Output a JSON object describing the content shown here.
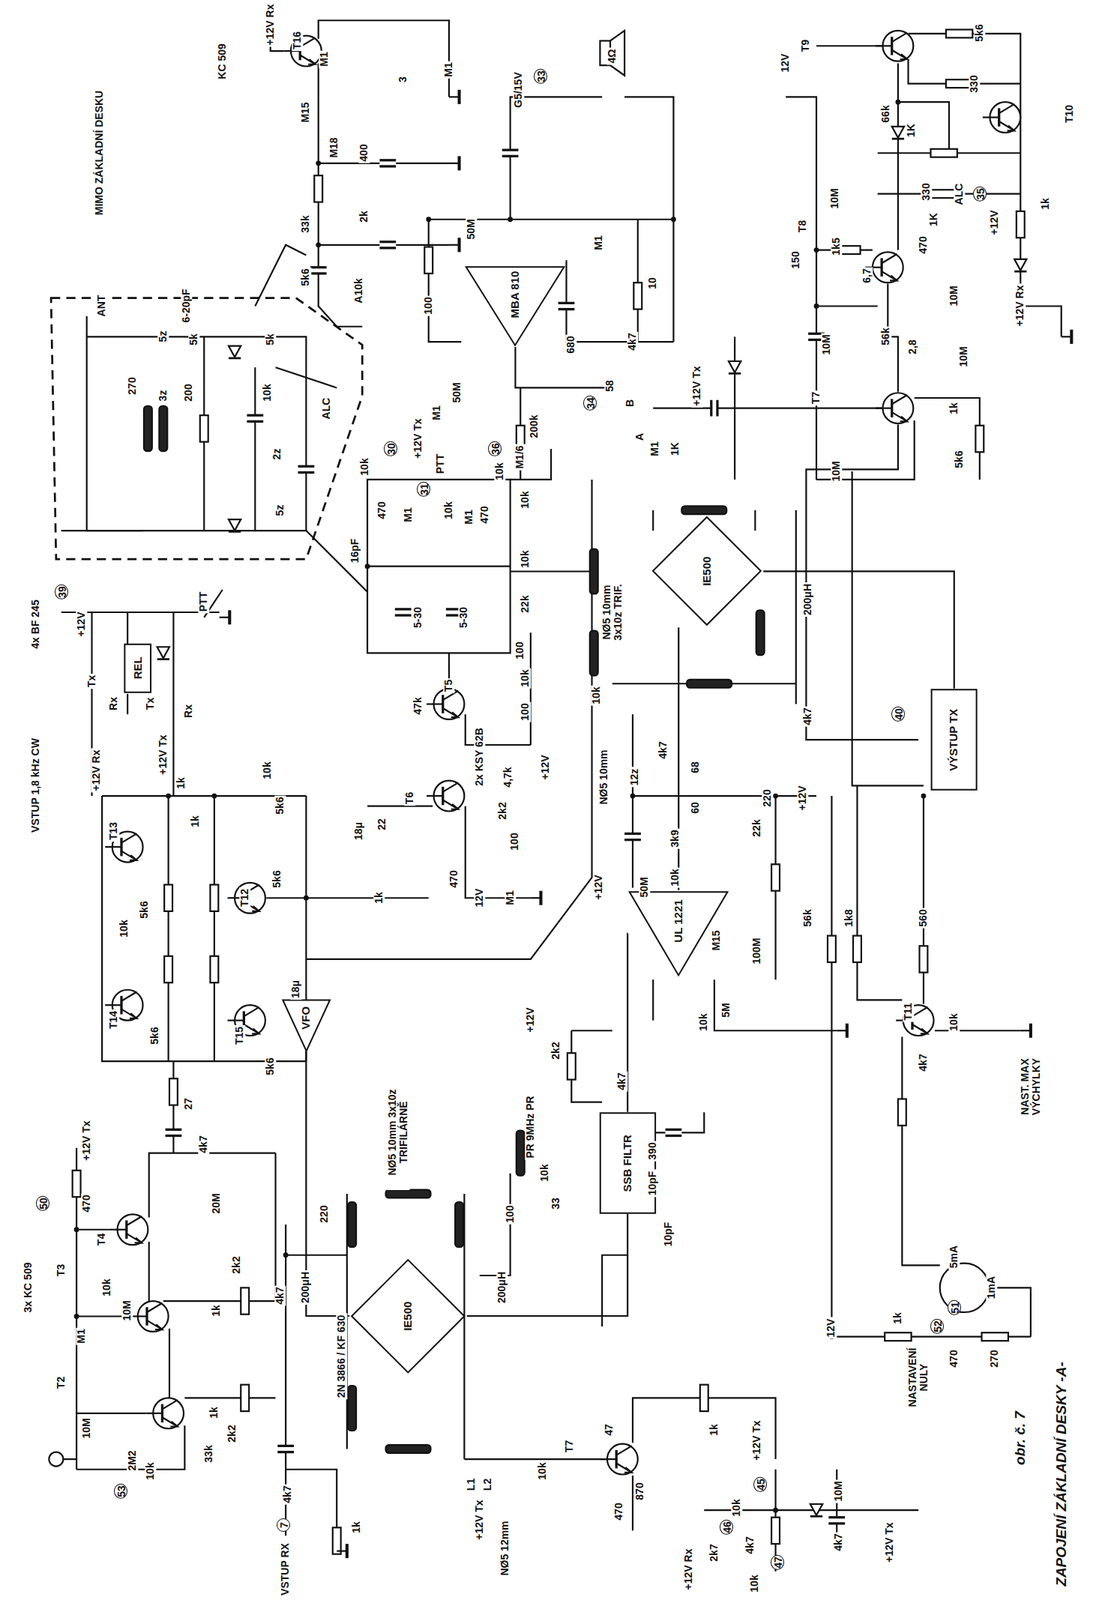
{
  "diagram": {
    "title": "ZAPOJENÍ ZÁKLADNÍ DESKY -A-",
    "caption": "obr. č. 7",
    "nodes": [
      {
        "text": [
          "MBA 810"
        ]
      },
      {
        "text": [
          "IE500"
        ]
      },
      {
        "text": [
          "VÝSTUP TX"
        ]
      },
      {
        "text": [
          "UL 1221"
        ]
      },
      {
        "text": [
          "REL"
        ]
      },
      {
        "text": [
          "VFO"
        ]
      },
      {
        "text": [
          "SSB FILTR"
        ]
      },
      {
        "text": [
          "IE500"
        ]
      }
    ],
    "edges": [
      {
        "from": 6,
        "to": 3,
        "arrow": "none"
      },
      {
        "from": 3,
        "to": 1,
        "arrow": "none"
      },
      {
        "from": 1,
        "to": 2,
        "arrow": "none"
      },
      {
        "from": 7,
        "to": 6,
        "arrow": "none"
      },
      {
        "from": 5,
        "to": 7,
        "arrow": "none"
      }
    ],
    "labels": [
      "+12V Rx",
      "T16",
      "M1",
      "3",
      "M1",
      "KC 509",
      "MIMO ZÁKLADNÍ DESKU",
      "M15",
      "M18",
      "400",
      "33k",
      "2k",
      "5k6",
      "A10k",
      "ANT",
      "6-20pF",
      "270",
      "3z",
      "5z",
      "200",
      "5k",
      "5k",
      "10k",
      "ALC",
      "2z",
      "5z",
      "50M",
      "G5/15V",
      "33",
      "4Ω",
      "M1",
      "10",
      "680",
      "4k7",
      "100",
      "M1",
      "50M",
      "58",
      "B",
      "A",
      "M1",
      "1K",
      "200k",
      "M1/6",
      "36",
      "34",
      "+12V Tx",
      "150",
      "T8",
      "1k5",
      "10M",
      "6,7",
      "470",
      "10M",
      "56k",
      "10M",
      "T7",
      "2,8",
      "10M",
      "1k",
      "5k6",
      "10M",
      "12V",
      "T9",
      "5k6",
      "330",
      "66k",
      "1K",
      "T10",
      "ALC",
      "330",
      "1K",
      "35",
      "+12V",
      "1k",
      "+12V Rx",
      "16pF",
      "470",
      "10k",
      "M1",
      "10k",
      "470",
      "10k",
      "10k",
      "10k",
      "M1",
      "+12V Tx",
      "PTT",
      "30",
      "31",
      "5-30",
      "5-30",
      "22k",
      "T5",
      "100",
      "47k",
      "100",
      "10k",
      "2x KSY 62B",
      "+12V",
      "4,7k",
      "2k2",
      "T6",
      "100",
      "18μ",
      "22",
      "1k",
      "470",
      "M1",
      "12V",
      "5k6",
      "5k6",
      "T12",
      "18μ",
      "5k6",
      "T15",
      "T13",
      "T14",
      "1k",
      "10k",
      "1k",
      "5k6",
      "10k",
      "5k6",
      "PTT",
      "+12V",
      "39",
      "Tx",
      "Rx",
      "Tx",
      "Rx",
      "+12V Tx",
      "+12V Rx",
      "VSTUP 1,8 kHz CW",
      "4x BF 245",
      "27",
      "4k7",
      "3x KC 509",
      "50",
      "+12V Tx",
      "470",
      "T4",
      "10k",
      "T3",
      "10M",
      "20M",
      "2k2",
      "4k7",
      "1k",
      "T2",
      "M1",
      "10M",
      "2M2",
      "10k",
      "1k",
      "2k2",
      "33k",
      "53",
      "200μH",
      "220",
      "2N 3866 / KF 630",
      "NØ5 10mm 3x10z TRIFILÁRNĚ",
      "4k7",
      "7",
      "VSTUP RX",
      "1k",
      "+12V Tx",
      "L1",
      "L2",
      "NØ5 12mm",
      "200μH",
      "100",
      "33",
      "10pF",
      "390",
      "10pF",
      "4k7",
      "PR 9MHz PR",
      "10k",
      "2k2",
      "+12V",
      "T7",
      "47",
      "870",
      "1k",
      "+12V Tx",
      "10k",
      "4k7",
      "4k7",
      "+12V Tx",
      "10M",
      "45",
      "46",
      "47",
      "2k7",
      "10k",
      "+12V Rx",
      "10k",
      "470",
      "50M",
      "10k",
      "+12V",
      "M15",
      "100M",
      "5M",
      "10k",
      "3k9",
      "60",
      "68",
      "220",
      "22k",
      "+12V",
      "4k7",
      "12z",
      "NØ5 10mm",
      "10k",
      "NØ5 10mm 3x10z TRIF.",
      "4k7",
      "200μH",
      "40",
      "56k",
      "1k8",
      "560",
      "T11",
      "10k",
      "4k7",
      "NAST. MAX VÝCHYLKY",
      "5mA",
      "1mA",
      "51",
      "52",
      "1k",
      "470",
      "270",
      "NASTAVENÍ NULY",
      "12V"
    ]
  }
}
